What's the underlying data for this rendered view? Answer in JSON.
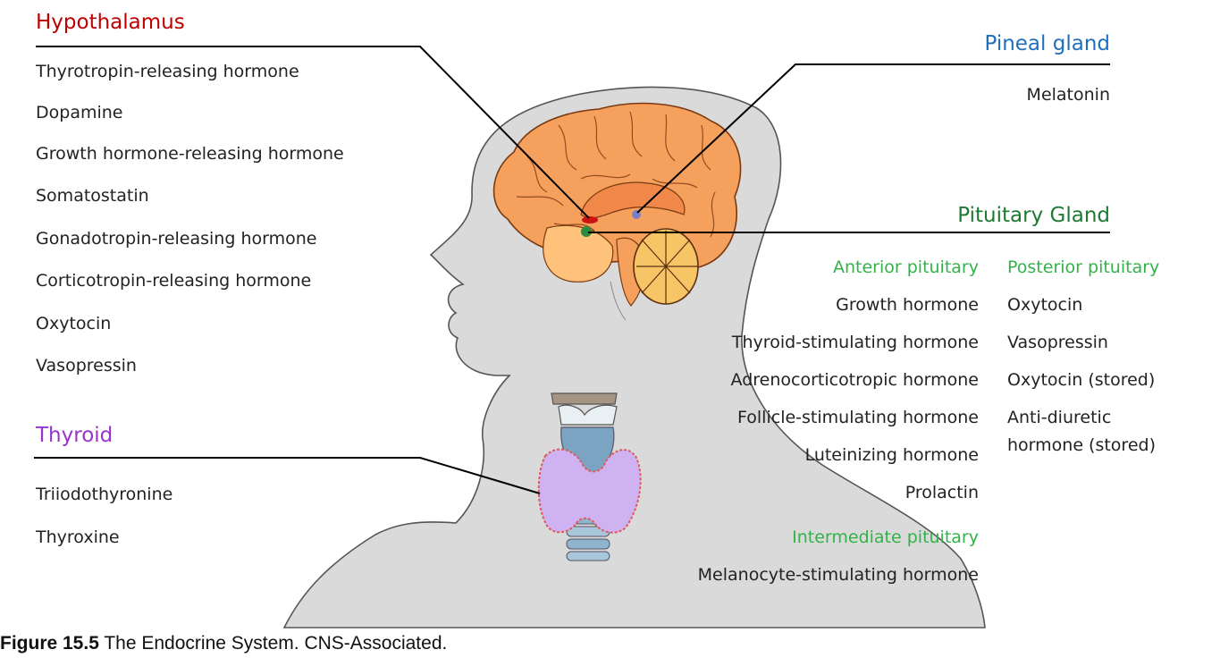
{
  "colors": {
    "hypothalamus": "#c00000",
    "thyroid": "#9933cc",
    "pineal": "#1f6fbf",
    "pituitary": "#1e7a33",
    "pituitary_sub": "#33b24a"
  },
  "hypothalamus": {
    "title": "Hypothalamus",
    "hormones": [
      "Thyrotropin-releasing hormone",
      "Dopamine",
      "Growth hormone-releasing hormone",
      "Somatostatin",
      "Gonadotropin-releasing hormone",
      "Corticotropin-releasing hormone",
      "Oxytocin",
      "Vasopressin"
    ]
  },
  "thyroid": {
    "title": "Thyroid",
    "hormones": [
      "Triiodothyronine",
      "Thyroxine"
    ]
  },
  "pineal": {
    "title": "Pineal gland",
    "hormones": [
      "Melatonin"
    ]
  },
  "pituitary": {
    "title": "Pituitary Gland",
    "anterior": {
      "title": "Anterior pituitary",
      "hormones": [
        "Growth hormone",
        "Thyroid-stimulating hormone",
        "Adrenocorticotropic hormone",
        "Follicle-stimulating hormone",
        "Luteinizing hormone",
        "Prolactin"
      ]
    },
    "intermediate": {
      "title": "Intermediate pituitary",
      "hormones": [
        "Melanocyte-stimulating hormone"
      ]
    },
    "posterior": {
      "title": "Posterior pituitary",
      "hormones": [
        "Oxytocin",
        "Vasopressin",
        "Oxytocin (stored)",
        "Anti-diuretic",
        "hormone (stored)"
      ]
    }
  },
  "caption": {
    "label": "Figure 15.5",
    "text": " The Endocrine System. CNS-Associated."
  }
}
